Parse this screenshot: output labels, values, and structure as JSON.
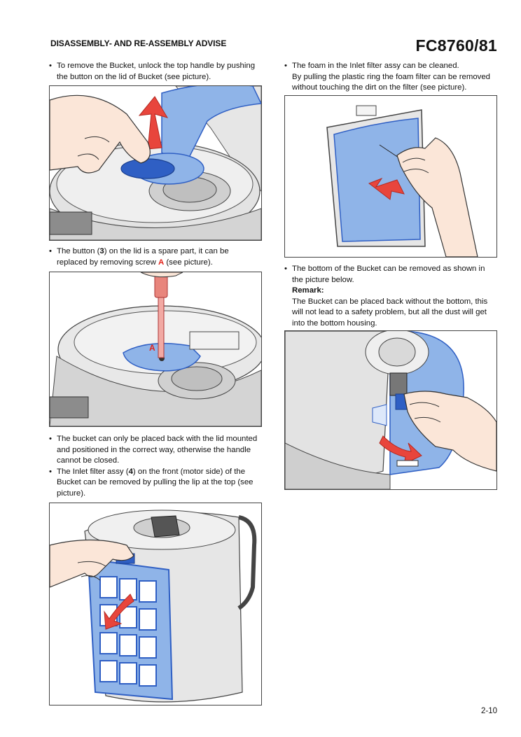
{
  "header": {
    "section_title": "DISASSEMBLY- AND RE-ASSEMBLY ADVISE",
    "model": "FC8760/81"
  },
  "left": {
    "p1": {
      "lines": [
        "To remove the Bucket, unlock the top handle by pushing",
        "the button on the lid of Bucket  (see picture)."
      ]
    },
    "p2": {
      "l1a": "The button (",
      "l1b": "3",
      "l1c": ") on the lid is a spare part, it can be",
      "l2a": "replaced by removing screw ",
      "l2b": "A",
      "l2c": "  (see picture)."
    },
    "p3": {
      "lines": [
        "The bucket can only be placed back with the lid mounted",
        "and positioned in the correct way, otherwise the handle",
        "cannot be closed."
      ]
    },
    "p4": {
      "l1a": "The Inlet filter assy (",
      "l1b": "4",
      "l1c": ") on the front (motor side) of the",
      "l2": "Bucket can be removed by pulling the lip at the top (see",
      "l3": "picture)."
    }
  },
  "right": {
    "p1": {
      "lines": [
        "The foam in the Inlet filter assy can be cleaned.",
        "By pulling the plastic ring the foam filter can be removed",
        "without touching the dirt on the filter (see picture)."
      ]
    },
    "p2": {
      "lines": [
        "The bottom of the Bucket can be removed as shown in",
        "the picture below."
      ],
      "remark_label": "Remark:",
      "remark_lines": [
        "The Bucket can be placed back without the bottom, this",
        "will not lead to a safety problem, but all the dust will get",
        "into the bottom housing."
      ]
    }
  },
  "figures": {
    "fig2_label": "A"
  },
  "footer": {
    "page_number": "2-10"
  },
  "colors": {
    "blue": "#8fb4e8",
    "blue_dark": "#2f5fc4",
    "arrow_red": "#e8453c",
    "label_red": "#e2231a",
    "grey": "#d9d9d9"
  }
}
